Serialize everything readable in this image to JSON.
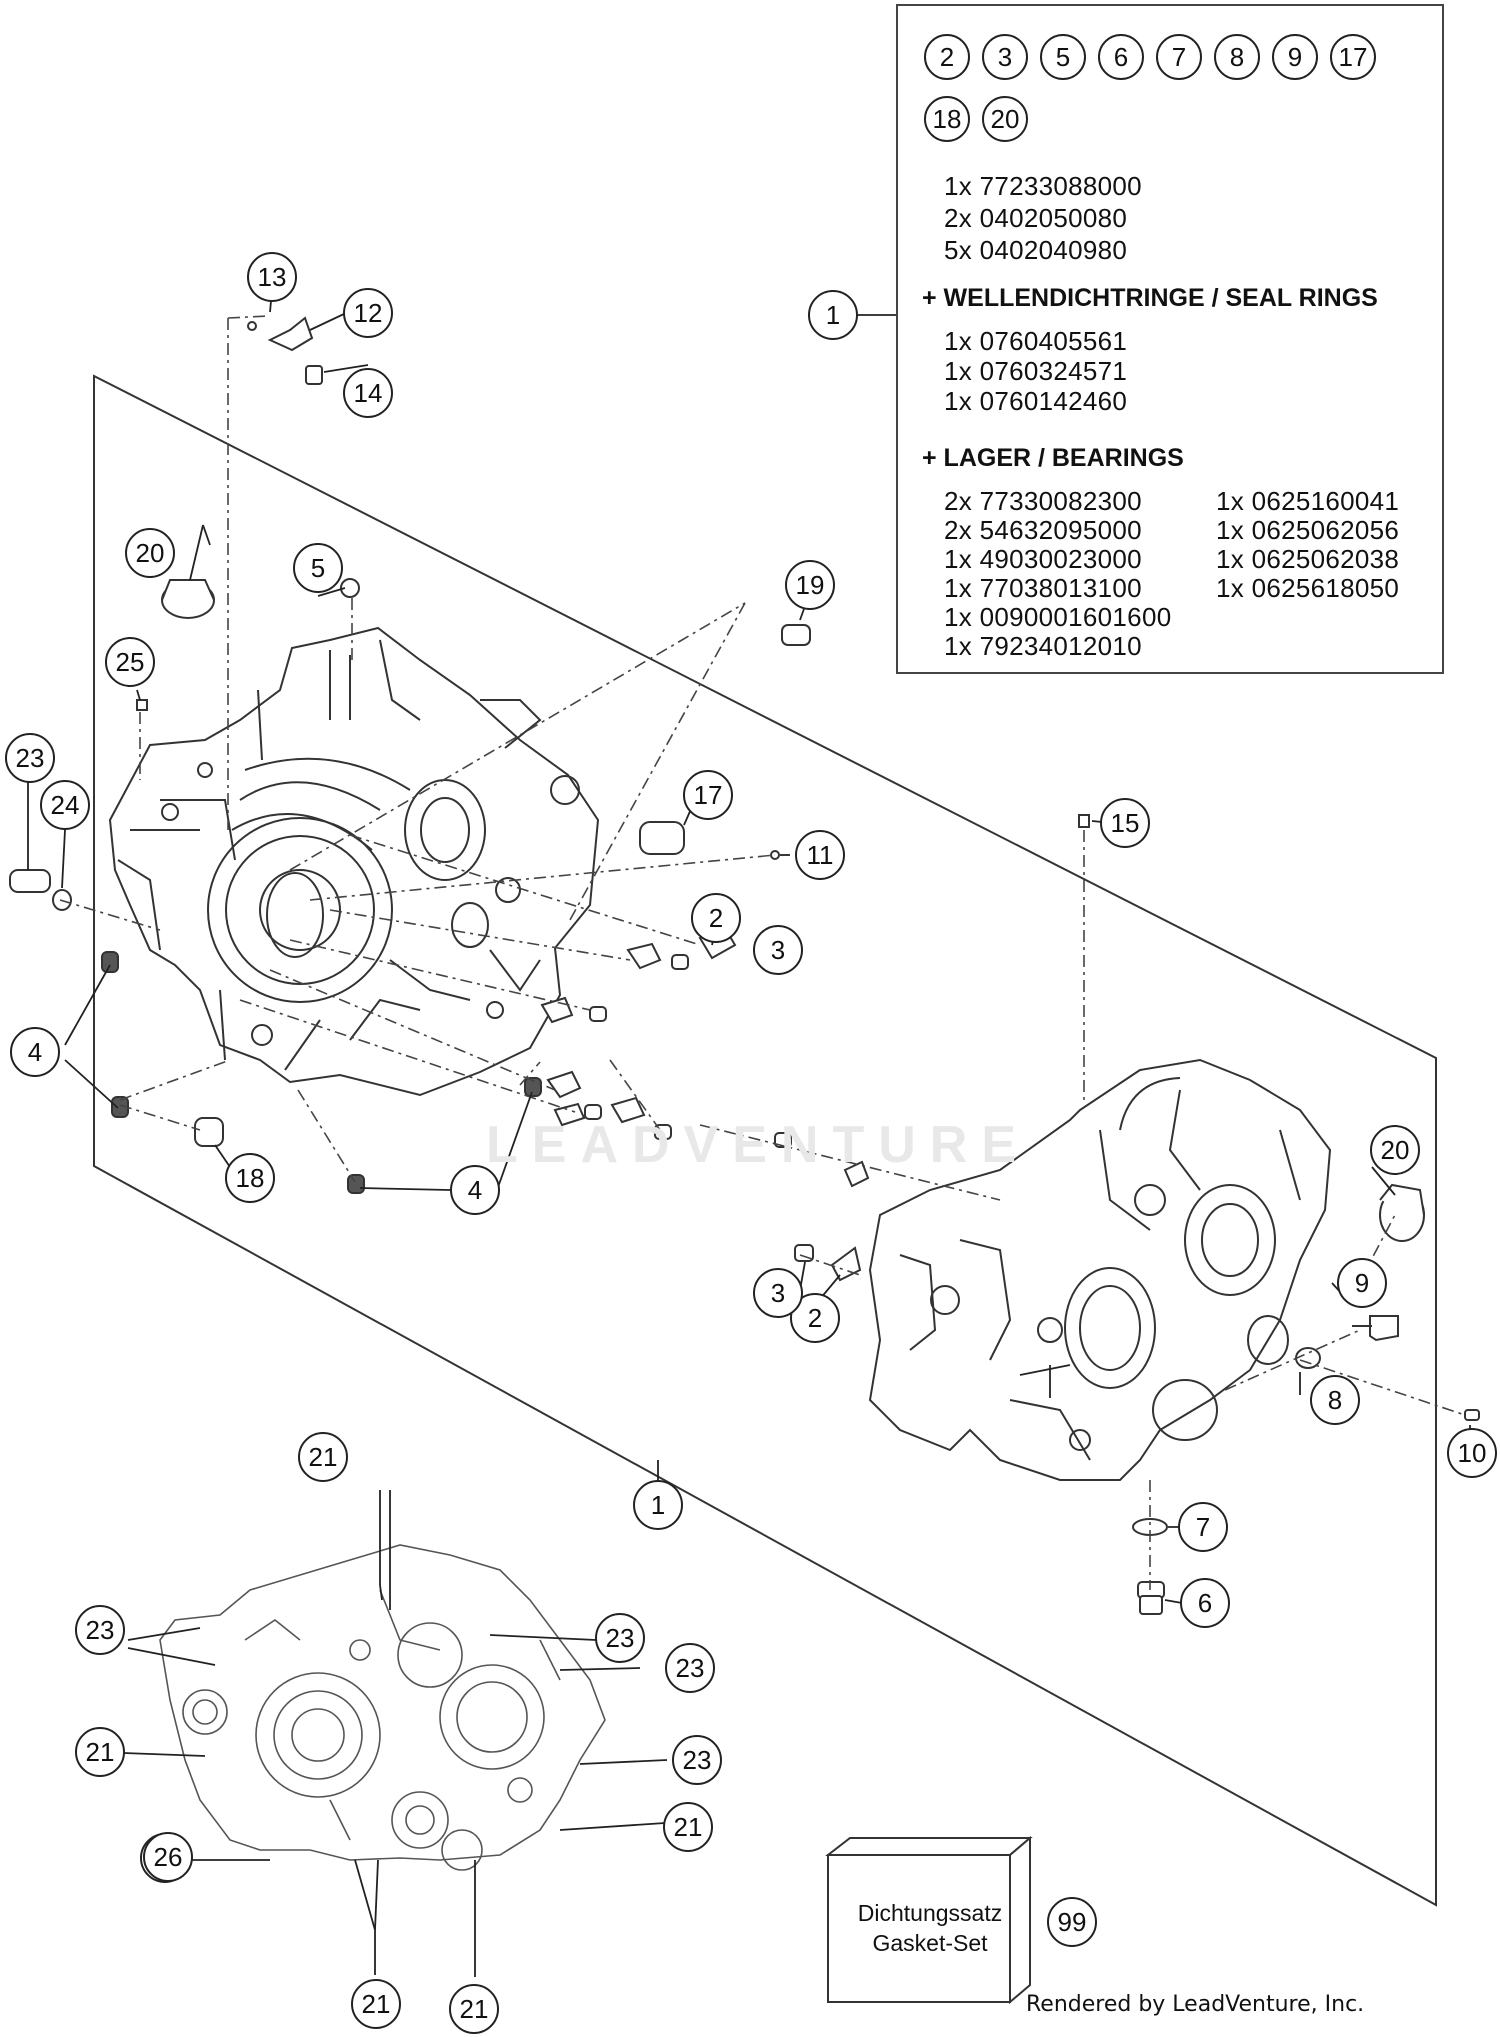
{
  "info_box": {
    "caption_row_1": [
      "2",
      "3",
      "5",
      "6",
      "7",
      "8",
      "9",
      "17"
    ],
    "caption_row_2": [
      "18",
      "20"
    ],
    "main_parts": [
      "1x 77233088000",
      "2x 0402050080",
      "5x 0402040980"
    ],
    "seal_rings_heading": "+ WELLENDICHTRINGE / SEAL RINGS",
    "seal_rings": [
      "1x 0760405561",
      "1x 0760324571",
      "1x 0760142460"
    ],
    "bearings_heading": "+ LAGER / BEARINGS",
    "bearings_left": [
      "2x 77330082300",
      "2x 54632095000",
      "1x 49030023000",
      "1x 77038013100",
      "1x 0090001601600",
      "1x 79234012010"
    ],
    "bearings_right": [
      "1x 0625160041",
      "1x 0625062056",
      "1x 0625062038",
      "1x 0625618050"
    ]
  },
  "callouts": [
    "1",
    "1",
    "2",
    "3",
    "2",
    "3",
    "4",
    "4",
    "5",
    "6",
    "7",
    "8",
    "9",
    "10",
    "11",
    "12",
    "13",
    "14",
    "15",
    "17",
    "18",
    "19",
    "20",
    "20",
    "21",
    "21",
    "21",
    "21",
    "21",
    "21",
    "23",
    "23",
    "23",
    "23",
    "23",
    "24",
    "25",
    "26",
    "99"
  ],
  "gasket_set": {
    "line1": "Dichtungssatz",
    "line2": "Gasket-Set"
  },
  "watermark": "LEADVENTURE",
  "rendered_by": "Rendered by LeadVenture, Inc."
}
